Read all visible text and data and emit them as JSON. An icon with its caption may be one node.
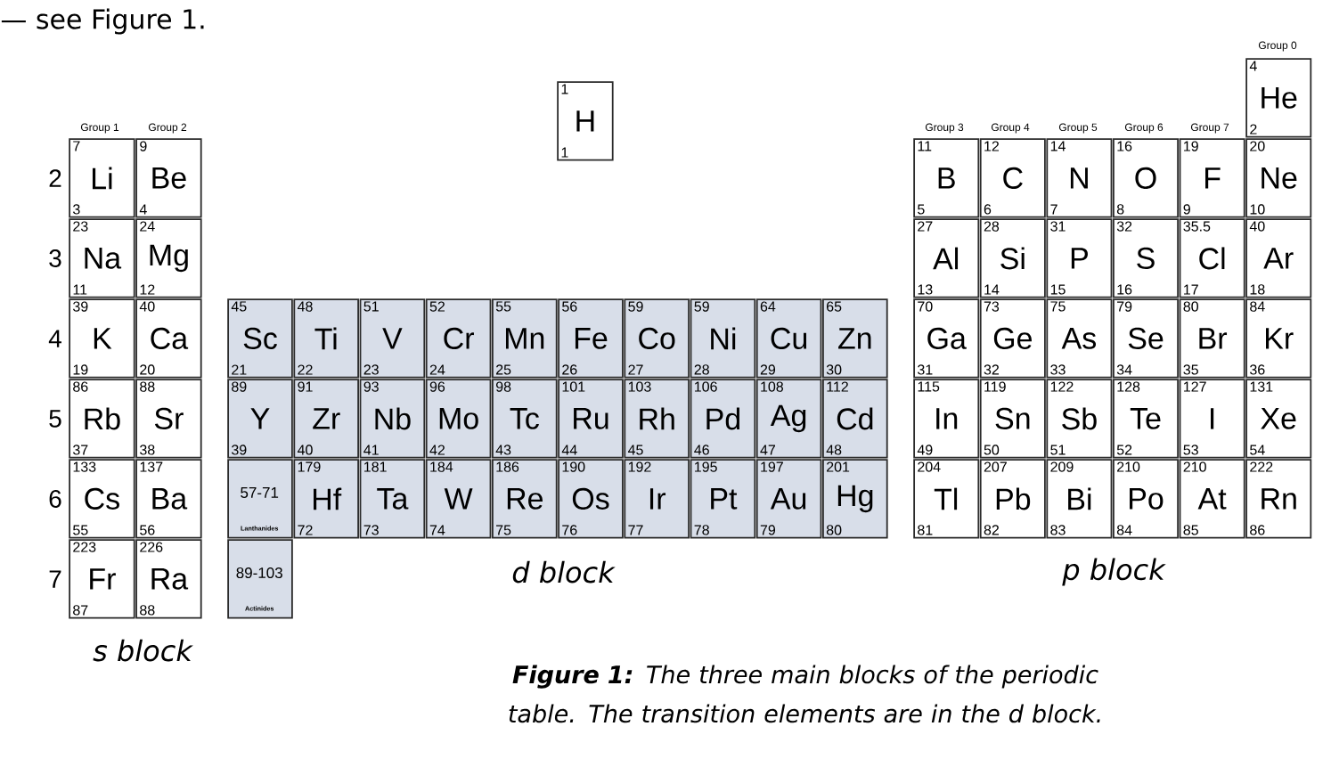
{
  "diagram": {
    "caption": "**Figure 1:** The three main blocks of the periodic table. The transition elements are in the d block.",
    "nodes": [
      {
        "text": [
          "1",
          "H",
          "1"
        ]
      },
      {
        "text": [
          "4",
          "He",
          "2"
        ]
      },
      {
        "text": [
          "7",
          "Li",
          "3"
        ]
      },
      {
        "text": [
          "9",
          "Be",
          "4"
        ]
      },
      {
        "text": [
          "11",
          "B",
          "5"
        ]
      },
      {
        "text": [
          "12",
          "C",
          "6"
        ]
      },
      {
        "text": [
          "14",
          "N",
          "7"
        ]
      },
      {
        "text": [
          "16",
          "O",
          "8"
        ]
      },
      {
        "text": [
          "19",
          "F",
          "9"
        ]
      },
      {
        "text": [
          "20",
          "Ne",
          "10"
        ]
      },
      {
        "text": [
          "23",
          "Na",
          "11"
        ]
      },
      {
        "text": [
          "24",
          "Mg",
          "12"
        ]
      },
      {
        "text": [
          "27",
          "Al",
          "13"
        ]
      },
      {
        "text": [
          "28",
          "Si",
          "14"
        ]
      },
      {
        "text": [
          "31",
          "P",
          "15"
        ]
      },
      {
        "text": [
          "32",
          "S",
          "16"
        ]
      },
      {
        "text": [
          "35.5",
          "Cl",
          "17"
        ]
      },
      {
        "text": [
          "40",
          "Ar",
          "18"
        ]
      },
      {
        "text": [
          "39",
          "K",
          "19"
        ]
      },
      {
        "text": [
          "40",
          "Ca",
          "20"
        ]
      },
      {
        "text": [
          "45",
          "Sc",
          "21"
        ]
      },
      {
        "text": [
          "48",
          "Ti",
          "22"
        ]
      },
      {
        "text": [
          "51",
          "V",
          "23"
        ]
      },
      {
        "text": [
          "52",
          "Cr",
          "24"
        ]
      },
      {
        "text": [
          "55",
          "Mn",
          "25"
        ]
      },
      {
        "text": [
          "56",
          "Fe",
          "26"
        ]
      },
      {
        "text": [
          "59",
          "Co",
          "27"
        ]
      },
      {
        "text": [
          "59",
          "Ni",
          "28"
        ]
      },
      {
        "text": [
          "64",
          "Cu",
          "29"
        ]
      },
      {
        "text": [
          "65",
          "Zn",
          "30"
        ]
      },
      {
        "text": [
          "70",
          "Ga",
          "31"
        ]
      },
      {
        "text": [
          "73",
          "Ge",
          "32"
        ]
      },
      {
        "text": [
          "75",
          "As",
          "33"
        ]
      },
      {
        "text": [
          "79",
          "Se",
          "34"
        ]
      },
      {
        "text": [
          "80",
          "Br",
          "35"
        ]
      },
      {
        "text": [
          "84",
          "Kr",
          "36"
        ]
      },
      {
        "text": [
          "86",
          "Rb",
          "37"
        ]
      },
      {
        "text": [
          "88",
          "Sr",
          "38"
        ]
      },
      {
        "text": [
          "89",
          "Y",
          "39"
        ]
      },
      {
        "text": [
          "91",
          "Zr",
          "40"
        ]
      },
      {
        "text": [
          "93",
          "Nb",
          "41"
        ]
      },
      {
        "text": [
          "96",
          "Mo",
          "42"
        ]
      },
      {
        "text": [
          "98",
          "Tc",
          "43"
        ]
      },
      {
        "text": [
          "101",
          "Ru",
          "44"
        ]
      },
      {
        "text": [
          "103",
          "Rh",
          "45"
        ]
      },
      {
        "text": [
          "106",
          "Pd",
          "46"
        ]
      },
      {
        "text": [
          "108",
          "Ag",
          "47"
        ]
      },
      {
        "text": [
          "112",
          "Cd",
          "48"
        ]
      },
      {
        "text": [
          "115",
          "In",
          "49"
        ]
      },
      {
        "text": [
          "119",
          "Sn",
          "50"
        ]
      },
      {
        "text": [
          "122",
          "Sb",
          "51"
        ]
      },
      {
        "text": [
          "128",
          "Te",
          "52"
        ]
      },
      {
        "text": [
          "127",
          "I",
          "53"
        ]
      },
      {
        "text": [
          "131",
          "Xe",
          "54"
        ]
      },
      {
        "text": [
          "133",
          "Cs",
          "55"
        ]
      },
      {
        "text": [
          "137",
          "Ba",
          "56"
        ]
      },
      {
        "text": [
          "57-71",
          "Lanthanides"
        ]
      },
      {
        "text": [
          "179",
          "Hf",
          "72"
        ]
      },
      {
        "text": [
          "181",
          "Ta",
          "73"
        ]
      },
      {
        "text": [
          "184",
          "W",
          "74"
        ]
      },
      {
        "text": [
          "186",
          "Re",
          "75"
        ]
      },
      {
        "text": [
          "190",
          "Os",
          "76"
        ]
      },
      {
        "text": [
          "192",
          "Ir",
          "77"
        ]
      },
      {
        "text": [
          "195",
          "Pt",
          "78"
        ]
      },
      {
        "text": [
          "197",
          "Au",
          "79"
        ]
      },
      {
        "text": [
          "201",
          "Hg",
          "80"
        ]
      },
      {
        "text": [
          "204",
          "Tl",
          "81"
        ]
      },
      {
        "text": [
          "207",
          "Pb",
          "82"
        ]
      },
      {
        "text": [
          "209",
          "Bi",
          "83"
        ]
      },
      {
        "text": [
          "210",
          "Po",
          "84"
        ]
      },
      {
        "text": [
          "210",
          "At",
          "85"
        ]
      },
      {
        "text": [
          "222",
          "Rn",
          "86"
        ]
      },
      {
        "text": [
          "223",
          "Fr",
          "87"
        ]
      },
      {
        "text": [
          "226",
          "Ra",
          "88"
        ]
      },
      {
        "text": [
          "89-103",
          "Actinides"
        ]
      }
    ],
    "labels": [
      "— see Figure 1.",
      "Group 0",
      "Group 1",
      "Group 2",
      "Group 3",
      "Group 4",
      "Group 5",
      "Group 6",
      "Group 7",
      "2",
      "3",
      "4",
      "5",
      "6",
      "7",
      "d block",
      "p block",
      "s block"
    ]
  }
}
